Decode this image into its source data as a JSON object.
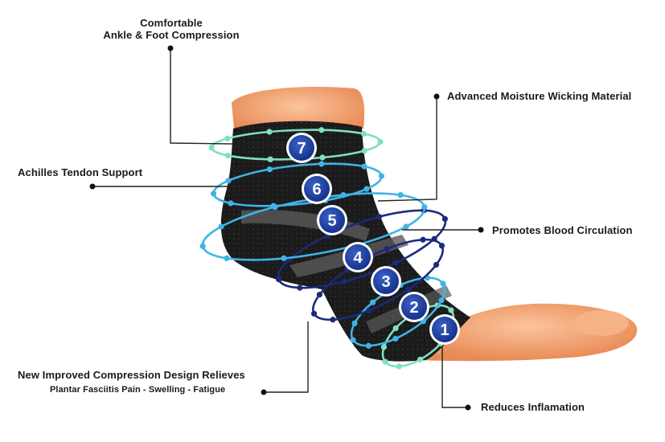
{
  "features": {
    "top": [
      "Comfortable",
      "Ankle & Foot Compression"
    ],
    "moisture": "Advanced Moisture Wicking Material",
    "achilles": "Achilles Tendon Support",
    "circulation": "Promotes Blood Circulation",
    "relief": [
      "New Improved Compression Design Relieves",
      "Plantar Fasciitis Pain - Swelling - Fatigue"
    ],
    "inflammation": "Reduces Inflamation"
  },
  "zones": [
    "1",
    "2",
    "3",
    "4",
    "5",
    "6",
    "7"
  ],
  "colors": {
    "skin": "#f2a77a",
    "sock": "#1b1b1b",
    "teal": "#7fe0c4",
    "light_blue": "#3fb4e6",
    "navy": "#1b2a7a",
    "badge": "#1b3a9a",
    "leader": "#222222"
  }
}
